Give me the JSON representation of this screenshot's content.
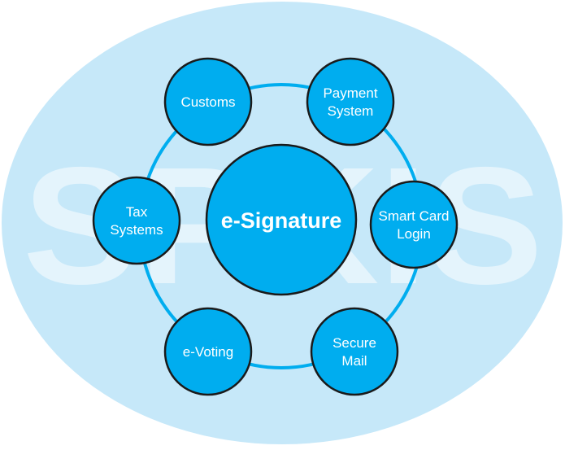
{
  "watermark": "SPKIS",
  "center": {
    "label": "e-Signature"
  },
  "nodes": [
    {
      "id": "customs",
      "lines": [
        "Customs"
      ]
    },
    {
      "id": "payment-system",
      "lines": [
        "Payment",
        "System"
      ]
    },
    {
      "id": "smart-card-login",
      "lines": [
        "Smart Card",
        "Login"
      ]
    },
    {
      "id": "secure-mail",
      "lines": [
        "Secure",
        "Mail"
      ]
    },
    {
      "id": "e-voting",
      "lines": [
        "e-Voting"
      ]
    },
    {
      "id": "tax-systems",
      "lines": [
        "Tax",
        "Systems"
      ]
    }
  ],
  "colors": {
    "background_ellipse": "#c6e8f9",
    "watermark": "#e4f4fc",
    "node_fill": "#00adef",
    "node_stroke": "#1a1a1a",
    "ring": "#00adef",
    "text": "#ffffff"
  }
}
